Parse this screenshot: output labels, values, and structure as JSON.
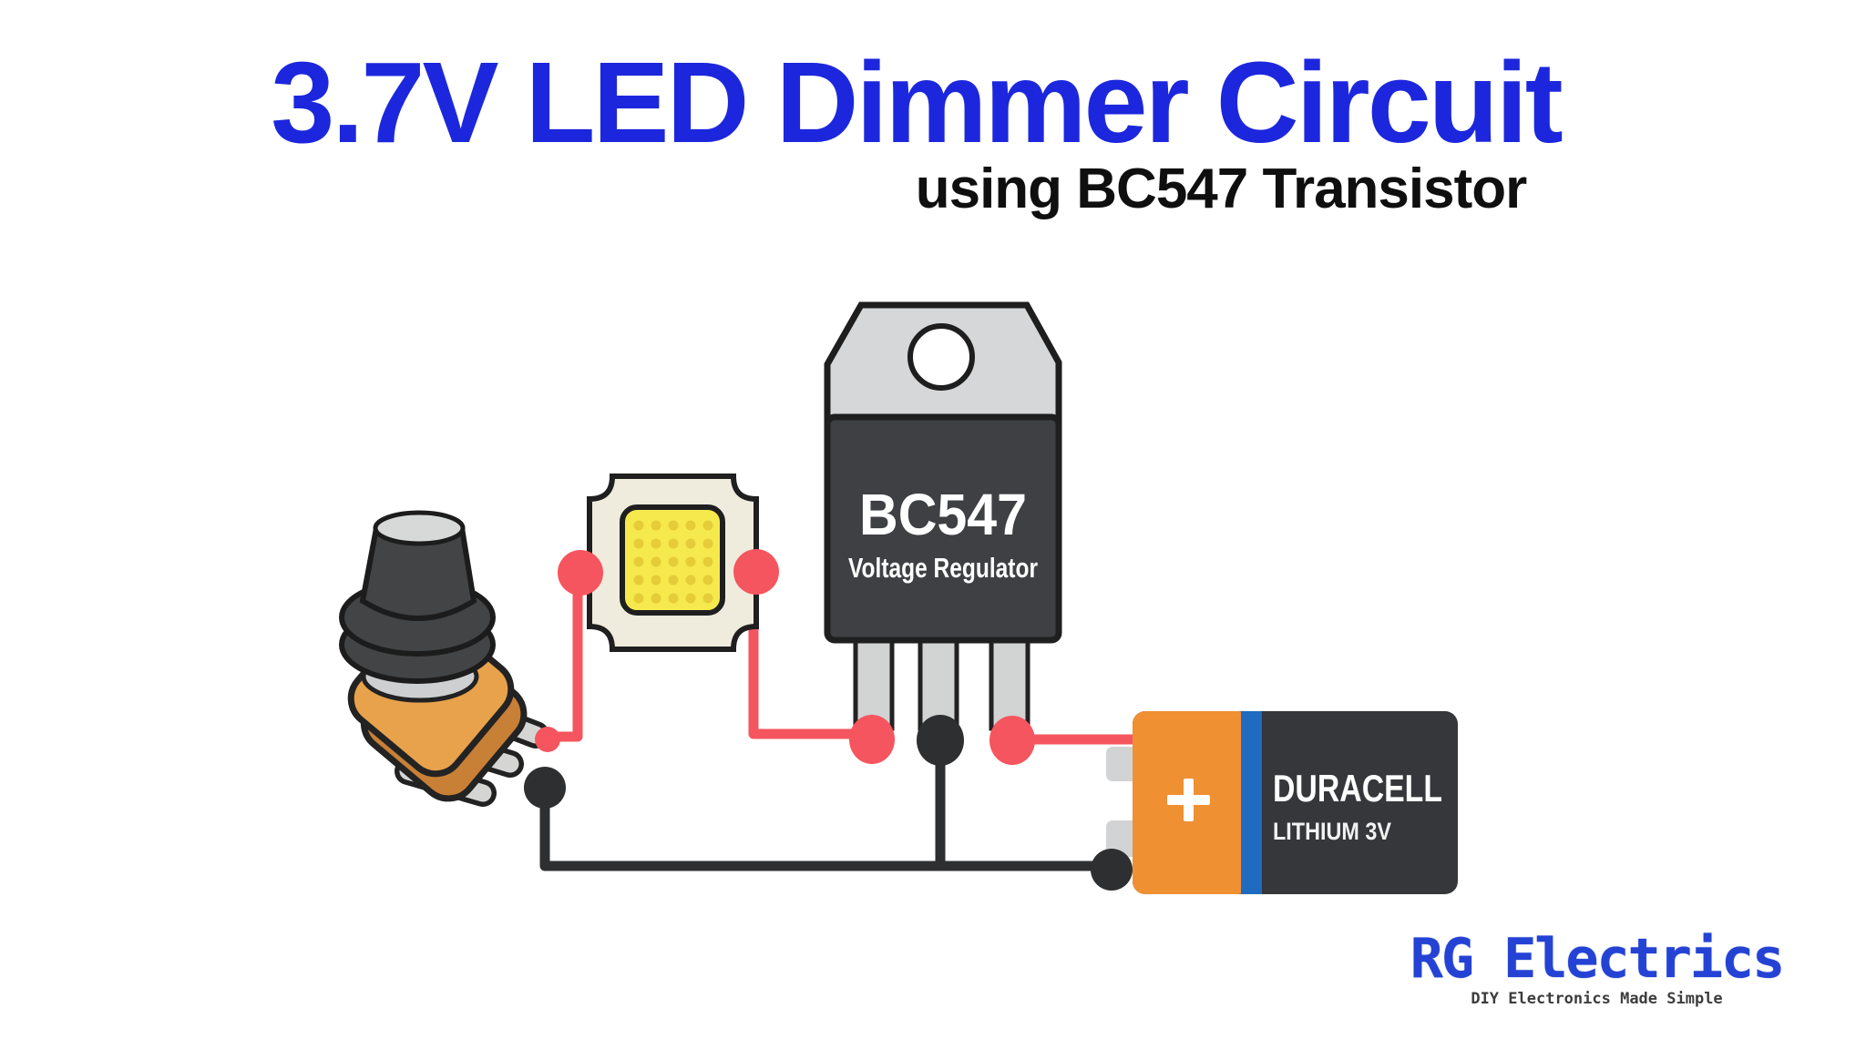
{
  "header": {
    "title": "3.7V LED Dimmer Circuit",
    "subtitle": "using BC547 Transistor"
  },
  "components": {
    "potentiometer": {
      "name": "potentiometer-dimmer-knob"
    },
    "led": {
      "name": "cob-led-chip"
    },
    "transistor": {
      "part_number": "BC547",
      "label": "Voltage Regulator"
    },
    "battery": {
      "brand": "DURACELL",
      "type": "LITHIUM 3V",
      "polarity": "+"
    }
  },
  "branding": {
    "logo": "RG Electrics",
    "tagline": "DIY Electronics Made Simple"
  },
  "colors": {
    "title_blue": "#1c27dd",
    "wire_red": "#f5555e",
    "wire_black": "#2e2f31",
    "battery_orange": "#ef9033",
    "battery_blue": "#1e6bc0",
    "battery_dark": "#35373a",
    "transistor_body": "#3e4043",
    "metal_gray": "#d4d5d6",
    "led_body_cream": "#efebdd",
    "led_yellow": "#f6e94d",
    "pot_orange": "#e8a24c",
    "logo_blue": "#2443d4"
  }
}
